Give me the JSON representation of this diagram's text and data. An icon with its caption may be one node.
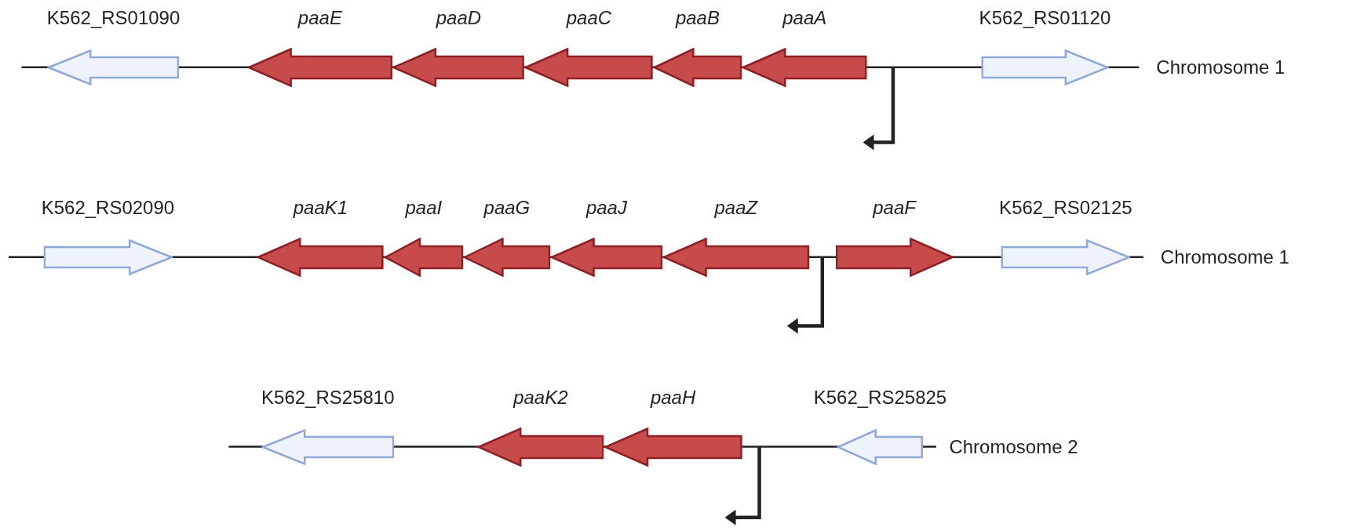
{
  "diagram": {
    "nodes": [
      {
        "text": [
          "K562_RS01090"
        ]
      },
      {
        "text": [
          "paaE"
        ]
      },
      {
        "text": [
          "paaD"
        ]
      },
      {
        "text": [
          "paaC"
        ]
      },
      {
        "text": [
          "paaB"
        ]
      },
      {
        "text": [
          "paaA"
        ]
      },
      {
        "text": [
          "K562_RS01120"
        ]
      },
      {
        "text": [
          "K562_RS02090"
        ]
      },
      {
        "text": [
          "paaK1"
        ]
      },
      {
        "text": [
          "paaI"
        ]
      },
      {
        "text": [
          "paaG"
        ]
      },
      {
        "text": [
          "paaJ"
        ]
      },
      {
        "text": [
          "paaZ"
        ]
      },
      {
        "text": [
          "paaF"
        ]
      },
      {
        "text": [
          "K562_RS02125"
        ]
      },
      {
        "text": [
          "K562_RS25810"
        ]
      },
      {
        "text": [
          "paaK2"
        ]
      },
      {
        "text": [
          "paaH"
        ]
      },
      {
        "text": [
          "K562_RS25825"
        ]
      }
    ],
    "edges": [],
    "labels": [
      "Chromosome 1",
      "Chromosome 1",
      "Chromosome 2"
    ]
  }
}
